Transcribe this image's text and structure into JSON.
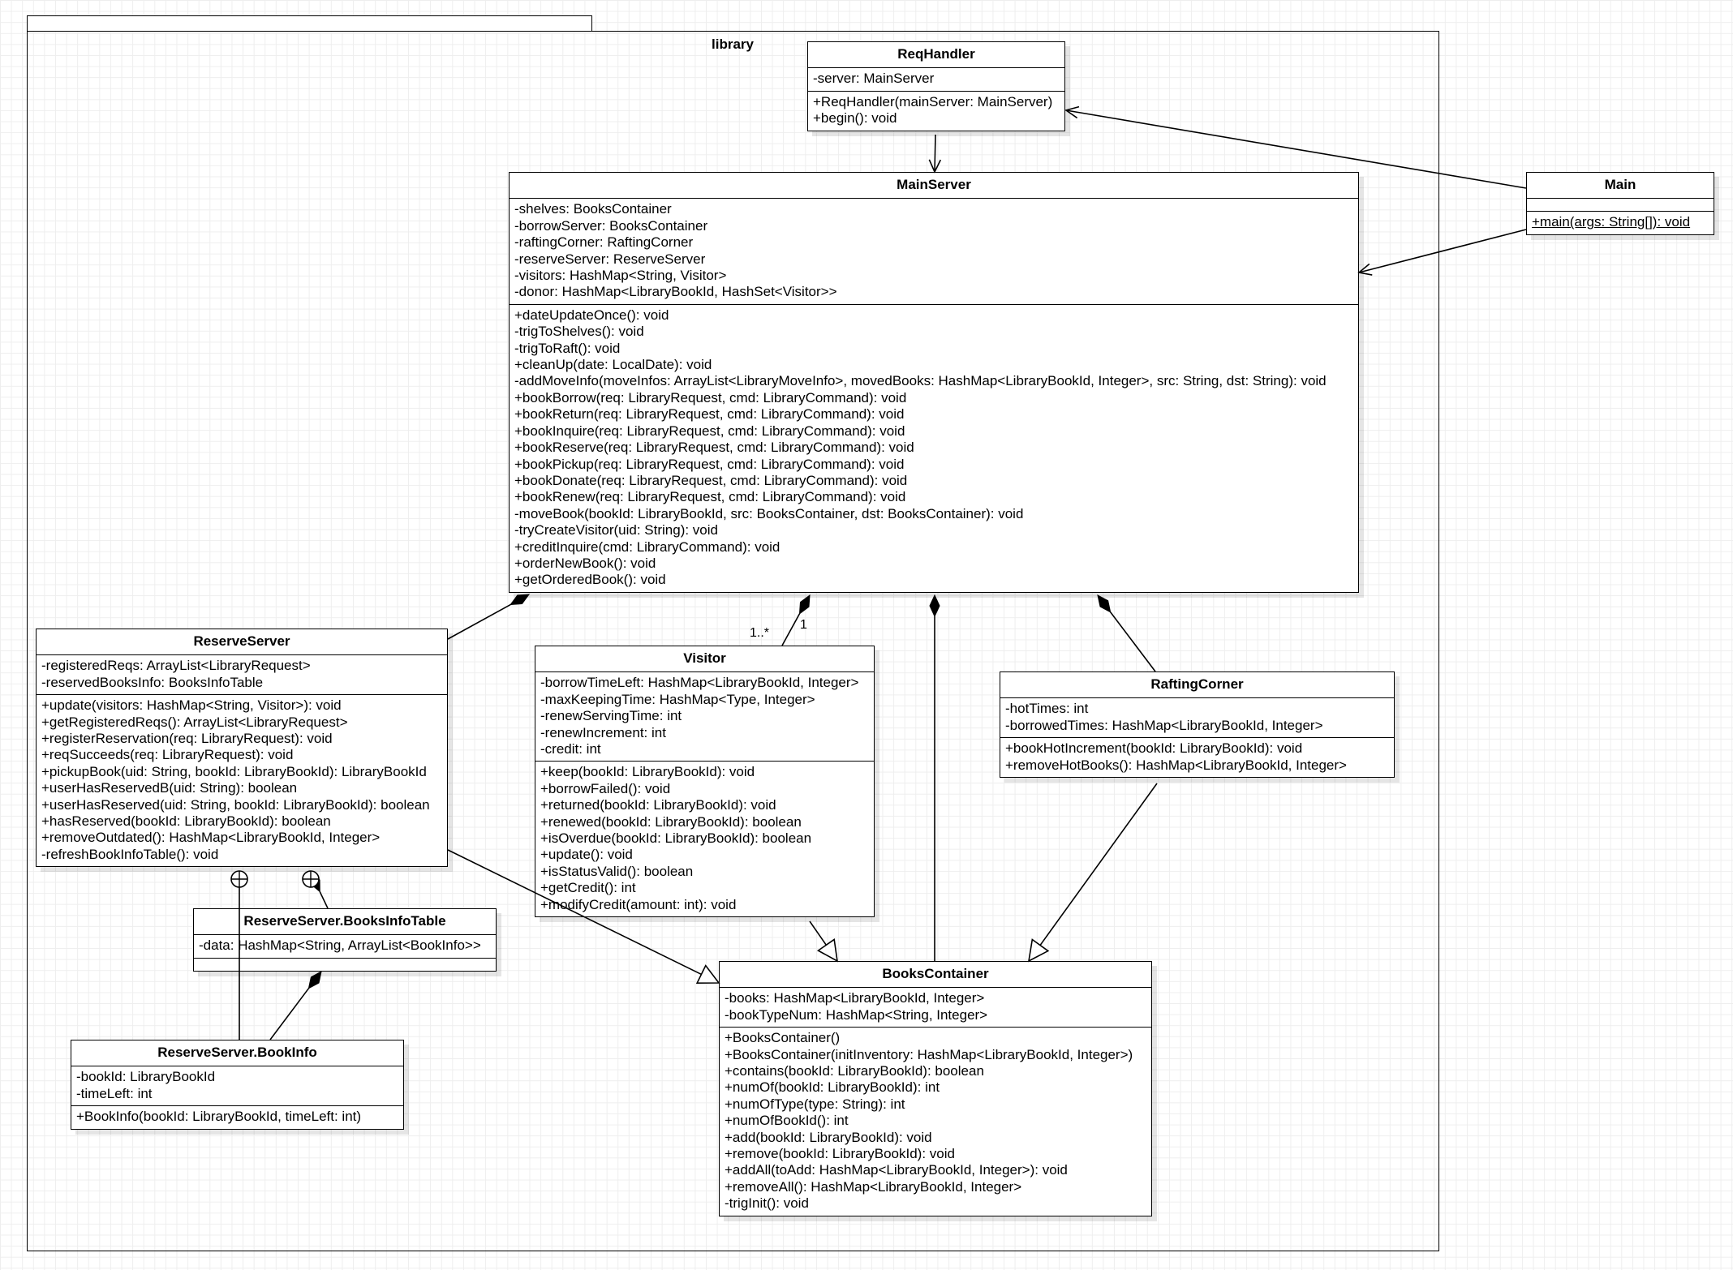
{
  "package": {
    "name": "library"
  },
  "classes": [
    {
      "id": "ReqHandler",
      "name": "ReqHandler",
      "attributes": [
        "-server: MainServer"
      ],
      "methods": [
        "+ReqHandler(mainServer: MainServer)",
        "+begin(): void"
      ]
    },
    {
      "id": "Main",
      "name": "Main",
      "attributes": [],
      "methods": [
        "+main(args: String[]): void"
      ],
      "static_methods": [
        0
      ]
    },
    {
      "id": "MainServer",
      "name": "MainServer",
      "attributes": [
        "-shelves: BooksContainer",
        "-borrowServer: BooksContainer",
        "-raftingCorner: RaftingCorner",
        "-reserveServer: ReserveServer",
        "-visitors: HashMap<String, Visitor>",
        "-donor: HashMap<LibraryBookId, HashSet<Visitor>>"
      ],
      "methods": [
        "+dateUpdateOnce(): void",
        "-trigToShelves(): void",
        "-trigToRaft(): void",
        "+cleanUp(date: LocalDate): void",
        "-addMoveInfo(moveInfos: ArrayList<LibraryMoveInfo>, movedBooks: HashMap<LibraryBookId, Integer>, src: String, dst: String): void",
        "+bookBorrow(req: LibraryRequest, cmd: LibraryCommand): void",
        "+bookReturn(req: LibraryRequest, cmd: LibraryCommand): void",
        "+bookInquire(req: LibraryRequest, cmd: LibraryCommand): void",
        "+bookReserve(req: LibraryRequest, cmd: LibraryCommand): void",
        "+bookPickup(req: LibraryRequest, cmd: LibraryCommand): void",
        "+bookDonate(req: LibraryRequest, cmd: LibraryCommand): void",
        "+bookRenew(req: LibraryRequest, cmd: LibraryCommand): void",
        "-moveBook(bookId: LibraryBookId, src: BooksContainer, dst: BooksContainer): void",
        "-tryCreateVisitor(uid: String): void",
        "+creditInquire(cmd: LibraryCommand): void",
        "+orderNewBook(): void",
        "+getOrderedBook(): void"
      ]
    },
    {
      "id": "ReserveServer",
      "name": "ReserveServer",
      "attributes": [
        "-registeredReqs: ArrayList<LibraryRequest>",
        "-reservedBooksInfo: BooksInfoTable"
      ],
      "methods": [
        "+update(visitors: HashMap<String, Visitor>): void",
        "+getRegisteredReqs(): ArrayList<LibraryRequest>",
        "+registerReservation(req: LibraryRequest): void",
        "+reqSucceeds(req: LibraryRequest): void",
        "+pickupBook(uid: String, bookId: LibraryBookId): LibraryBookId",
        "+userHasReservedB(uid: String): boolean",
        "+userHasReserved(uid: String, bookId: LibraryBookId): boolean",
        "+hasReserved(bookId: LibraryBookId): boolean",
        "+removeOutdated(): HashMap<LibraryBookId, Integer>",
        "-refreshBookInfoTable(): void"
      ]
    },
    {
      "id": "Visitor",
      "name": "Visitor",
      "attributes": [
        "-borrowTimeLeft: HashMap<LibraryBookId, Integer>",
        "-maxKeepingTime: HashMap<Type, Integer>",
        "-renewServingTime: int",
        "-renewIncrement: int",
        "-credit: int"
      ],
      "methods": [
        "+keep(bookId: LibraryBookId): void",
        "+borrowFailed(): void",
        "+returned(bookId: LibraryBookId): void",
        "+renewed(bookId: LibraryBookId): boolean",
        "+isOverdue(bookId: LibraryBookId): boolean",
        "+update(): void",
        "+isStatusValid(): boolean",
        "+getCredit(): int",
        "+modifyCredit(amount: int): void"
      ]
    },
    {
      "id": "RaftingCorner",
      "name": "RaftingCorner",
      "attributes": [
        "-hotTimes: int",
        "-borrowedTimes: HashMap<LibraryBookId, Integer>"
      ],
      "methods": [
        "+bookHotIncrement(bookId: LibraryBookId): void",
        "+removeHotBooks(): HashMap<LibraryBookId, Integer>"
      ]
    },
    {
      "id": "BooksInfoTable",
      "name": "ReserveServer.BooksInfoTable",
      "attributes": [
        "-data: HashMap<String, ArrayList<BookInfo>>"
      ],
      "methods": []
    },
    {
      "id": "BooksContainer",
      "name": "BooksContainer",
      "attributes": [
        "-books: HashMap<LibraryBookId, Integer>",
        "-bookTypeNum: HashMap<String, Integer>"
      ],
      "methods": [
        "+BooksContainer()",
        "+BooksContainer(initInventory: HashMap<LibraryBookId, Integer>)",
        "+contains(bookId: LibraryBookId): boolean",
        "+numOf(bookId: LibraryBookId): int",
        "+numOfType(type: String): int",
        "+numOfBookId(): int",
        "+add(bookId: LibraryBookId): void",
        "+remove(bookId: LibraryBookId): void",
        "+addAll(toAdd: HashMap<LibraryBookId, Integer>): void",
        "+removeAll(): HashMap<LibraryBookId, Integer>",
        "-trigInit(): void"
      ]
    },
    {
      "id": "BookInfo",
      "name": "ReserveServer.BookInfo",
      "attributes": [
        "-bookId: LibraryBookId",
        "-timeLeft: int"
      ],
      "methods": [
        "+BookInfo(bookId: LibraryBookId, timeLeft: int)"
      ]
    }
  ],
  "relationships": [
    {
      "id": "main-reqhandler",
      "type": "association",
      "from": "Main",
      "to": "ReqHandler"
    },
    {
      "id": "main-mainserver",
      "type": "association",
      "from": "Main",
      "to": "MainServer"
    },
    {
      "id": "reqhandler-mainserver",
      "type": "association",
      "from": "ReqHandler",
      "to": "MainServer"
    },
    {
      "id": "mainserver-reserveserver",
      "type": "composition",
      "whole": "MainServer",
      "part": "ReserveServer"
    },
    {
      "id": "mainserver-visitor",
      "type": "composition",
      "whole": "MainServer",
      "part": "Visitor",
      "whole_multiplicity": "1",
      "part_multiplicity": "1..*"
    },
    {
      "id": "mainserver-bookscontainer",
      "type": "composition",
      "whole": "MainServer",
      "part": "BooksContainer"
    },
    {
      "id": "mainserver-raftingcorner",
      "type": "composition",
      "whole": "MainServer",
      "part": "RaftingCorner"
    },
    {
      "id": "reserveserver-bookscontainer",
      "type": "generalization",
      "from": "ReserveServer",
      "to": "BooksContainer"
    },
    {
      "id": "visitor-bookscontainer",
      "type": "generalization",
      "from": "Visitor",
      "to": "BooksContainer"
    },
    {
      "id": "raftingcorner-bookscontainer",
      "type": "generalization",
      "from": "RaftingCorner",
      "to": "BooksContainer"
    },
    {
      "id": "reserveserver-booksinfotable-nest",
      "type": "nesting",
      "outer": "ReserveServer",
      "inner": "BooksInfoTable"
    },
    {
      "id": "reserveserver-booksinfotable-comp",
      "type": "composition",
      "whole": "ReserveServer",
      "part": "BooksInfoTable"
    },
    {
      "id": "reserveserver-bookinfo-nest",
      "type": "nesting",
      "outer": "ReserveServer",
      "inner": "BookInfo"
    },
    {
      "id": "booksinfotable-bookinfo",
      "type": "composition",
      "whole": "BooksInfoTable",
      "part": "BookInfo"
    }
  ],
  "colors": {
    "line": "#000000",
    "box_fill": "#ffffff",
    "grid": "#eeeeee"
  }
}
